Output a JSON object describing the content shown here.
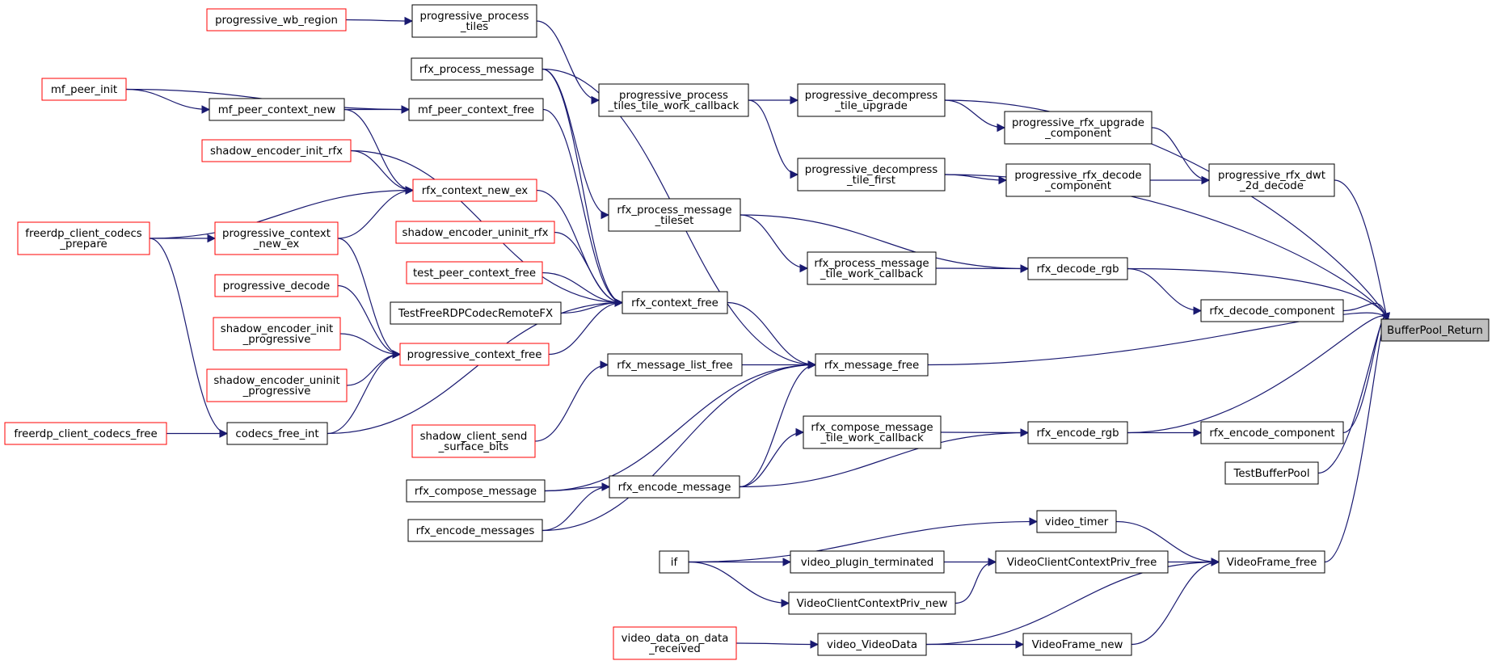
{
  "colors": {
    "edge": "#191970",
    "node_border_default": "#000000",
    "node_border_truncated": "#ff0000",
    "root_fill": "#bfbfbf",
    "node_fill": "#ffffff",
    "background": "#ffffff"
  },
  "nodes": [
    {
      "id": "root",
      "lines": [
        "BufferPool_Return"
      ],
      "style": "root"
    },
    {
      "id": "progressive_wb_region",
      "lines": [
        "progressive_wb_region"
      ],
      "style": "truncated"
    },
    {
      "id": "progressive_process_tiles",
      "lines": [
        "progressive_process",
        "_tiles"
      ],
      "style": "normal"
    },
    {
      "id": "rfx_process_message",
      "lines": [
        "rfx_process_message"
      ],
      "style": "normal"
    },
    {
      "id": "mf_peer_init",
      "lines": [
        "mf_peer_init"
      ],
      "style": "truncated"
    },
    {
      "id": "mf_peer_context_new",
      "lines": [
        "mf_peer_context_new"
      ],
      "style": "normal"
    },
    {
      "id": "mf_peer_context_free",
      "lines": [
        "mf_peer_context_free"
      ],
      "style": "normal"
    },
    {
      "id": "shadow_encoder_init_rfx",
      "lines": [
        "shadow_encoder_init_rfx"
      ],
      "style": "truncated"
    },
    {
      "id": "rfx_context_new_ex",
      "lines": [
        "rfx_context_new_ex"
      ],
      "style": "truncated"
    },
    {
      "id": "freerdp_client_codecs_prepare",
      "lines": [
        "freerdp_client_codecs",
        "_prepare"
      ],
      "style": "truncated"
    },
    {
      "id": "progressive_context_new_ex",
      "lines": [
        "progressive_context",
        "_new_ex"
      ],
      "style": "truncated"
    },
    {
      "id": "shadow_encoder_uninit_rfx",
      "lines": [
        "shadow_encoder_uninit_rfx"
      ],
      "style": "truncated"
    },
    {
      "id": "test_peer_context_free",
      "lines": [
        "test_peer_context_free"
      ],
      "style": "truncated"
    },
    {
      "id": "TestFreeRDPCodecRemoteFX",
      "lines": [
        "TestFreeRDPCodecRemoteFX"
      ],
      "style": "normal"
    },
    {
      "id": "progressive_decode",
      "lines": [
        "progressive_decode"
      ],
      "style": "truncated"
    },
    {
      "id": "shadow_encoder_init_progressive",
      "lines": [
        "shadow_encoder_init",
        "_progressive"
      ],
      "style": "truncated"
    },
    {
      "id": "progressive_context_free",
      "lines": [
        "progressive_context_free"
      ],
      "style": "truncated"
    },
    {
      "id": "shadow_encoder_uninit_progressive",
      "lines": [
        "shadow_encoder_uninit",
        "_progressive"
      ],
      "style": "truncated"
    },
    {
      "id": "freerdp_client_codecs_free",
      "lines": [
        "freerdp_client_codecs_free"
      ],
      "style": "truncated"
    },
    {
      "id": "codecs_free_int",
      "lines": [
        "codecs_free_int"
      ],
      "style": "normal"
    },
    {
      "id": "shadow_client_send_surface_bits",
      "lines": [
        "shadow_client_send",
        "_surface_bits"
      ],
      "style": "truncated"
    },
    {
      "id": "rfx_compose_message",
      "lines": [
        "rfx_compose_message"
      ],
      "style": "normal"
    },
    {
      "id": "rfx_encode_messages",
      "lines": [
        "rfx_encode_messages"
      ],
      "style": "normal"
    },
    {
      "id": "progressive_process_tiles_tile_work_callback",
      "lines": [
        "progressive_process",
        "_tiles_tile_work_callback"
      ],
      "style": "normal"
    },
    {
      "id": "rfx_process_message_tileset",
      "lines": [
        "rfx_process_message",
        "_tileset"
      ],
      "style": "normal"
    },
    {
      "id": "rfx_context_free",
      "lines": [
        "rfx_context_free"
      ],
      "style": "normal"
    },
    {
      "id": "rfx_message_list_free",
      "lines": [
        "rfx_message_list_free"
      ],
      "style": "normal"
    },
    {
      "id": "rfx_encode_message",
      "lines": [
        "rfx_encode_message"
      ],
      "style": "normal"
    },
    {
      "id": "progressive_decompress_tile_upgrade",
      "lines": [
        "progressive_decompress",
        "_tile_upgrade"
      ],
      "style": "normal"
    },
    {
      "id": "progressive_decompress_tile_first",
      "lines": [
        "progressive_decompress",
        "_tile_first"
      ],
      "style": "normal"
    },
    {
      "id": "rfx_process_message_tile_work_callback",
      "lines": [
        "rfx_process_message",
        "_tile_work_callback"
      ],
      "style": "normal"
    },
    {
      "id": "rfx_message_free",
      "lines": [
        "rfx_message_free"
      ],
      "style": "normal"
    },
    {
      "id": "rfx_compose_message_tile_work_callback",
      "lines": [
        "rfx_compose_message",
        "_tile_work_callback"
      ],
      "style": "normal"
    },
    {
      "id": "progressive_rfx_upgrade_component",
      "lines": [
        "progressive_rfx_upgrade",
        "_component"
      ],
      "style": "normal"
    },
    {
      "id": "progressive_rfx_decode_component",
      "lines": [
        "progressive_rfx_decode",
        "_component"
      ],
      "style": "normal"
    },
    {
      "id": "rfx_decode_rgb",
      "lines": [
        "rfx_decode_rgb"
      ],
      "style": "normal"
    },
    {
      "id": "rfx_encode_rgb",
      "lines": [
        "rfx_encode_rgb"
      ],
      "style": "normal"
    },
    {
      "id": "progressive_rfx_dwt_2d_decode",
      "lines": [
        "progressive_rfx_dwt",
        "_2d_decode"
      ],
      "style": "normal"
    },
    {
      "id": "rfx_decode_component",
      "lines": [
        "rfx_decode_component"
      ],
      "style": "normal"
    },
    {
      "id": "rfx_encode_component",
      "lines": [
        "rfx_encode_component"
      ],
      "style": "normal"
    },
    {
      "id": "TestBufferPool",
      "lines": [
        "TestBufferPool"
      ],
      "style": "normal"
    },
    {
      "id": "if",
      "lines": [
        "if"
      ],
      "style": "normal"
    },
    {
      "id": "video_timer",
      "lines": [
        "video_timer"
      ],
      "style": "normal"
    },
    {
      "id": "video_plugin_terminated",
      "lines": [
        "video_plugin_terminated"
      ],
      "style": "normal"
    },
    {
      "id": "VideoClientContextPriv_free",
      "lines": [
        "VideoClientContextPriv_free"
      ],
      "style": "normal"
    },
    {
      "id": "VideoClientContextPriv_new",
      "lines": [
        "VideoClientContextPriv_new"
      ],
      "style": "normal"
    },
    {
      "id": "VideoFrame_free",
      "lines": [
        "VideoFrame_free"
      ],
      "style": "normal"
    },
    {
      "id": "video_data_on_data_received",
      "lines": [
        "video_data_on_data",
        "_received"
      ],
      "style": "truncated"
    },
    {
      "id": "video_VideoData",
      "lines": [
        "video_VideoData"
      ],
      "style": "normal"
    },
    {
      "id": "VideoFrame_new",
      "lines": [
        "VideoFrame_new"
      ],
      "style": "normal"
    }
  ],
  "edges": [
    [
      "progressive_wb_region",
      "progressive_process_tiles"
    ],
    [
      "progressive_process_tiles",
      "progressive_process_tiles_tile_work_callback"
    ],
    [
      "progressive_process_tiles_tile_work_callback",
      "progressive_decompress_tile_upgrade"
    ],
    [
      "progressive_process_tiles_tile_work_callback",
      "progressive_decompress_tile_first"
    ],
    [
      "progressive_decompress_tile_upgrade",
      "root"
    ],
    [
      "progressive_decompress_tile_upgrade",
      "progressive_rfx_upgrade_component"
    ],
    [
      "progressive_decompress_tile_first",
      "progressive_rfx_decode_component"
    ],
    [
      "progressive_decompress_tile_first",
      "root"
    ],
    [
      "progressive_rfx_upgrade_component",
      "progressive_rfx_dwt_2d_decode"
    ],
    [
      "progressive_rfx_decode_component",
      "progressive_rfx_dwt_2d_decode"
    ],
    [
      "progressive_rfx_dwt_2d_decode",
      "root"
    ],
    [
      "rfx_process_message",
      "rfx_process_message_tileset"
    ],
    [
      "rfx_process_message",
      "rfx_context_free"
    ],
    [
      "rfx_process_message_tileset",
      "rfx_decode_rgb"
    ],
    [
      "rfx_process_message_tileset",
      "rfx_process_message_tile_work_callback"
    ],
    [
      "rfx_process_message_tile_work_callback",
      "rfx_decode_rgb"
    ],
    [
      "rfx_decode_rgb",
      "root"
    ],
    [
      "rfx_decode_rgb",
      "rfx_decode_component"
    ],
    [
      "rfx_decode_component",
      "root"
    ],
    [
      "mf_peer_init",
      "mf_peer_context_new"
    ],
    [
      "mf_peer_init",
      "mf_peer_context_free"
    ],
    [
      "mf_peer_context_new",
      "mf_peer_context_free"
    ],
    [
      "mf_peer_context_new",
      "rfx_context_new_ex"
    ],
    [
      "mf_peer_context_free",
      "rfx_context_free"
    ],
    [
      "shadow_encoder_init_rfx",
      "rfx_context_new_ex"
    ],
    [
      "shadow_encoder_init_rfx",
      "rfx_context_free"
    ],
    [
      "rfx_context_new_ex",
      "rfx_context_free"
    ],
    [
      "freerdp_client_codecs_prepare",
      "rfx_context_new_ex"
    ],
    [
      "freerdp_client_codecs_prepare",
      "progressive_context_new_ex"
    ],
    [
      "freerdp_client_codecs_prepare",
      "codecs_free_int"
    ],
    [
      "progressive_context_new_ex",
      "rfx_context_new_ex"
    ],
    [
      "progressive_context_new_ex",
      "progressive_context_free"
    ],
    [
      "shadow_encoder_uninit_rfx",
      "rfx_context_free"
    ],
    [
      "test_peer_context_free",
      "rfx_context_free"
    ],
    [
      "TestFreeRDPCodecRemoteFX",
      "rfx_context_free"
    ],
    [
      "progressive_decode",
      "progressive_context_free"
    ],
    [
      "shadow_encoder_init_progressive",
      "progressive_context_free"
    ],
    [
      "shadow_encoder_uninit_progressive",
      "progressive_context_free"
    ],
    [
      "progressive_context_free",
      "rfx_context_free"
    ],
    [
      "freerdp_client_codecs_free",
      "codecs_free_int"
    ],
    [
      "codecs_free_int",
      "progressive_context_free"
    ],
    [
      "codecs_free_int",
      "rfx_context_free"
    ],
    [
      "rfx_context_free",
      "rfx_message_free"
    ],
    [
      "rfx_process_message",
      "rfx_message_free"
    ],
    [
      "rfx_message_list_free",
      "rfx_message_free"
    ],
    [
      "shadow_client_send_surface_bits",
      "rfx_message_list_free"
    ],
    [
      "rfx_compose_message",
      "rfx_message_free"
    ],
    [
      "rfx_compose_message",
      "rfx_encode_message"
    ],
    [
      "rfx_encode_messages",
      "rfx_encode_message"
    ],
    [
      "rfx_encode_messages",
      "rfx_message_free"
    ],
    [
      "rfx_encode_message",
      "rfx_message_free"
    ],
    [
      "rfx_encode_message",
      "rfx_compose_message_tile_work_callback"
    ],
    [
      "rfx_encode_message",
      "rfx_encode_rgb"
    ],
    [
      "rfx_message_free",
      "root"
    ],
    [
      "rfx_compose_message_tile_work_callback",
      "rfx_encode_rgb"
    ],
    [
      "rfx_encode_rgb",
      "root"
    ],
    [
      "rfx_encode_rgb",
      "rfx_encode_component"
    ],
    [
      "rfx_encode_component",
      "root"
    ],
    [
      "TestBufferPool",
      "root"
    ],
    [
      "if",
      "video_timer"
    ],
    [
      "if",
      "video_plugin_terminated"
    ],
    [
      "if",
      "VideoClientContextPriv_new"
    ],
    [
      "video_timer",
      "VideoFrame_free"
    ],
    [
      "video_plugin_terminated",
      "VideoClientContextPriv_free"
    ],
    [
      "VideoClientContextPriv_free",
      "VideoFrame_free"
    ],
    [
      "VideoClientContextPriv_new",
      "VideoClientContextPriv_free"
    ],
    [
      "VideoFrame_free",
      "root"
    ],
    [
      "video_data_on_data_received",
      "video_VideoData"
    ],
    [
      "video_VideoData",
      "VideoFrame_new"
    ],
    [
      "video_VideoData",
      "VideoFrame_free"
    ],
    [
      "VideoFrame_new",
      "VideoFrame_free"
    ]
  ]
}
